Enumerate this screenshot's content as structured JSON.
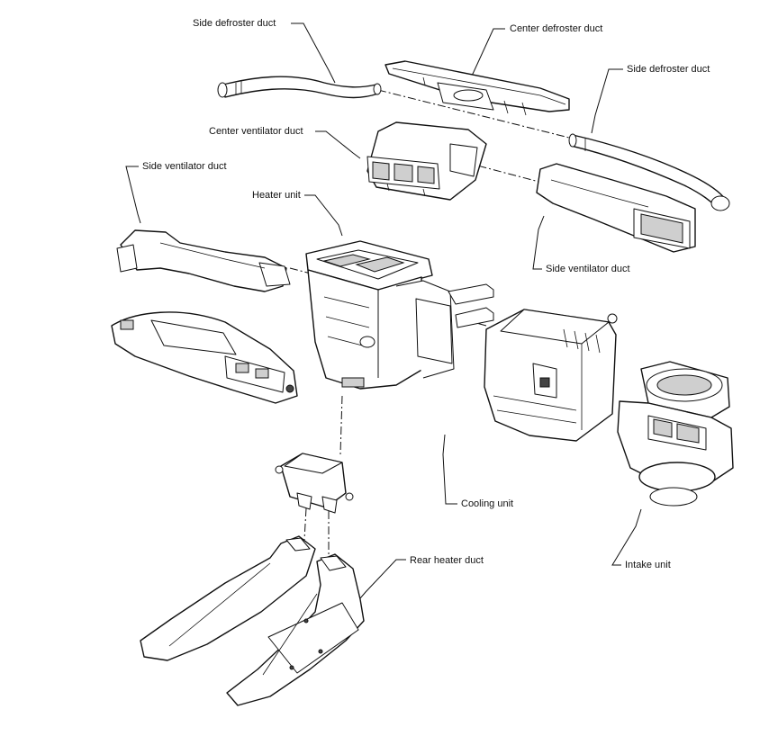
{
  "labels": {
    "side_defroster_left": "Side defroster duct",
    "center_defroster": "Center defroster duct",
    "side_defroster_right": "Side defroster duct",
    "center_ventilator": "Center ventilator duct",
    "side_ventilator_left": "Side ventilator duct",
    "heater_unit": "Heater unit",
    "side_ventilator_right": "Side ventilator duct",
    "cooling_unit": "Cooling unit",
    "rear_heater": "Rear heater duct",
    "intake_unit": "Intake unit"
  }
}
